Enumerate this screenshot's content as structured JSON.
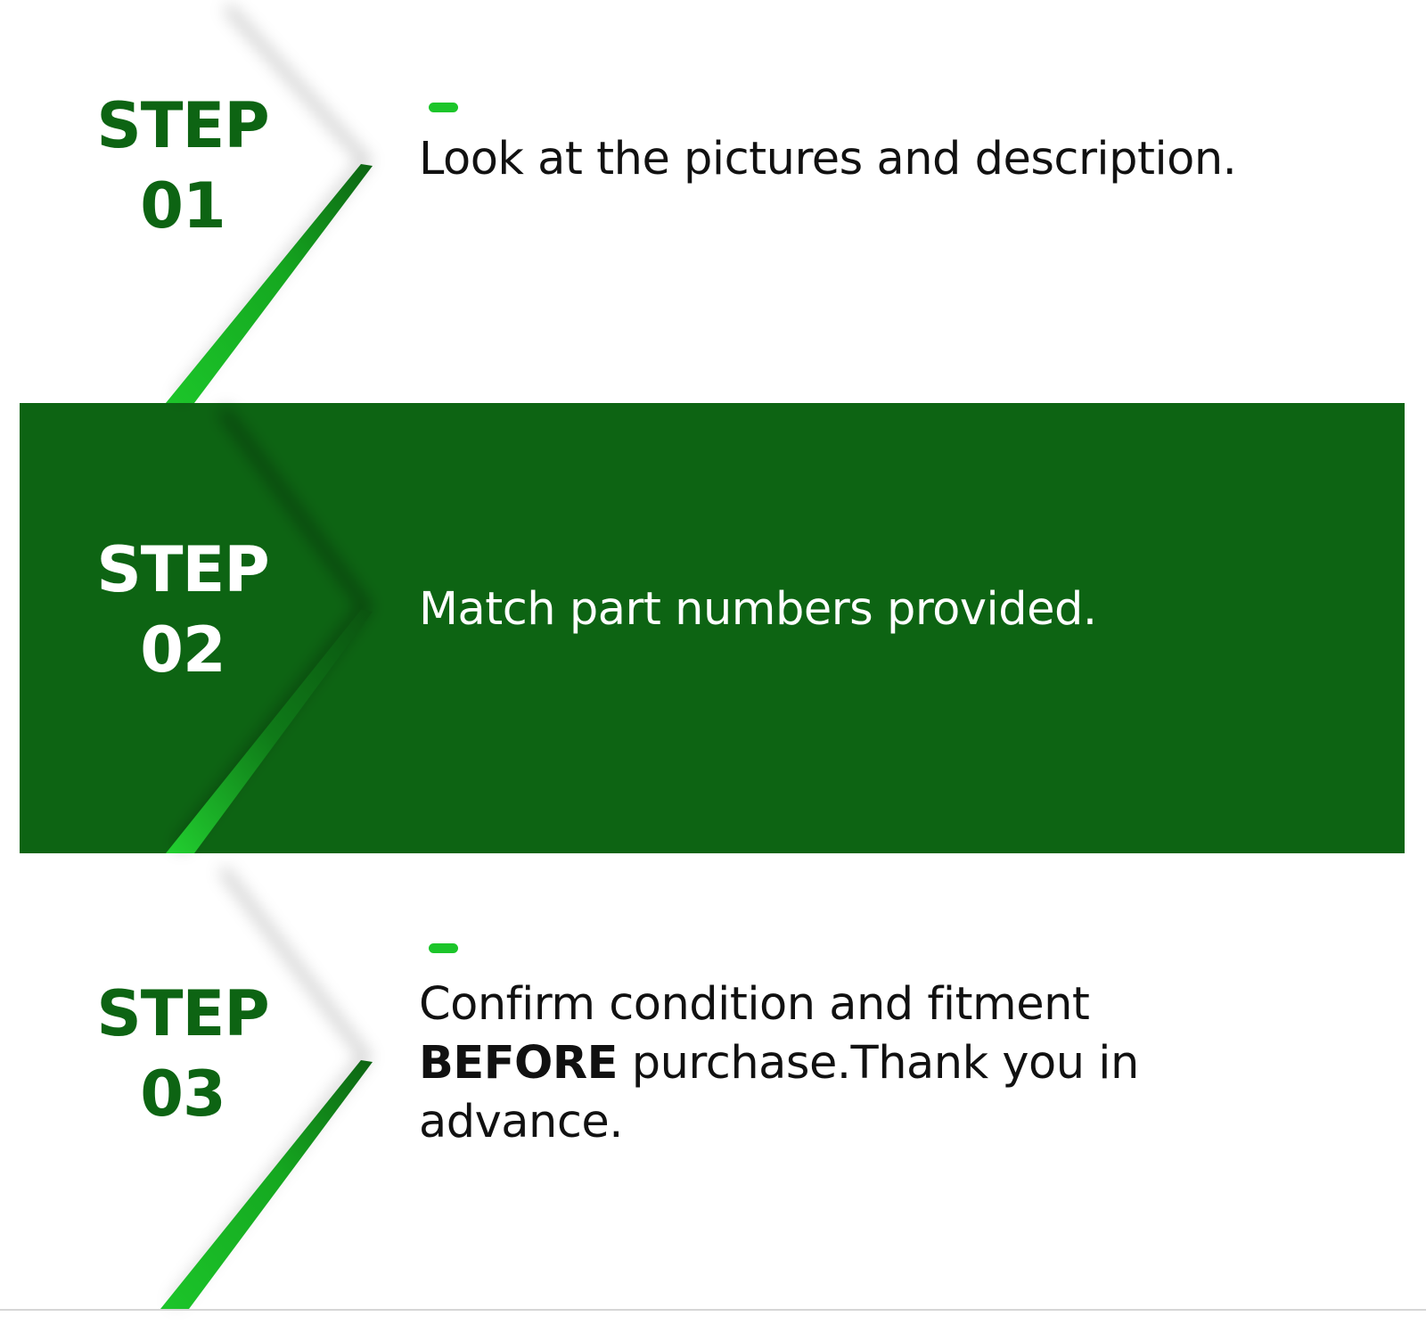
{
  "colors": {
    "dark_green": "#0d6413",
    "bright_green": "#1cc52a",
    "text_dark": "#111111",
    "text_light": "#ffffff",
    "background": "#ffffff"
  },
  "steps": [
    {
      "label_word": "STEP",
      "label_number": "01",
      "text": "Look at the pictures and description."
    },
    {
      "label_word": "STEP",
      "label_number": "02",
      "text": "Match part numbers provided."
    },
    {
      "label_word": "STEP",
      "label_number": "03",
      "text_part1": "Confirm condition and fitment",
      "text_strong": "BEFORE",
      "text_part2": "purchase.Thank you in advance."
    }
  ]
}
